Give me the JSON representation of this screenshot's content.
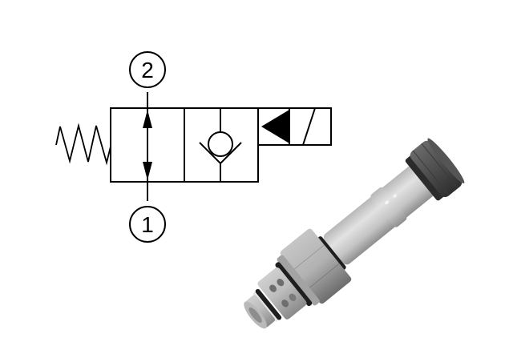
{
  "diagram": {
    "type": "hydraulic-schematic",
    "description": "2-way solenoid-operated poppet valve with spring return",
    "ports": [
      {
        "id": "port-2",
        "label": "2"
      },
      {
        "id": "port-1",
        "label": "1"
      }
    ],
    "envelopes": [
      {
        "name": "open-position",
        "symbol": "bidirectional-arrow"
      },
      {
        "name": "closed-position",
        "symbol": "check-valve"
      }
    ],
    "actuators": {
      "left": "spring",
      "right": "solenoid"
    },
    "colors": {
      "line": "#000000",
      "background": "#ffffff",
      "body_light": "#c9c9c9",
      "body_mid": "#a9a9a9",
      "body_dark": "#5a5a5a",
      "coil_nut": "#4a4a4a",
      "seal": "#1e1e1e"
    }
  },
  "product_image": {
    "name": "cartridge-valve",
    "parts": [
      "coil-nut",
      "solenoid-tube",
      "hex-body",
      "o-rings",
      "cross-ports",
      "nose"
    ]
  }
}
